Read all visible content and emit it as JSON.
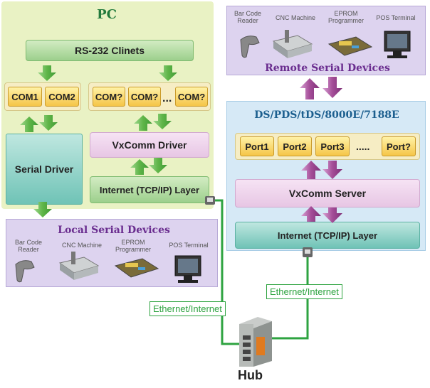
{
  "pc": {
    "title": "PC",
    "clients_label": "RS-232 Clinets",
    "com_ports": [
      "COM1",
      "COM2"
    ],
    "virtual_ports": [
      "COM?",
      "COM?",
      "COM?"
    ],
    "ellipsis": "...",
    "serial_driver_label": "Serial Driver",
    "vxcomm_driver_label": "VxComm Driver",
    "tcpip_label": "Internet (TCP/IP) Layer"
  },
  "local_devices": {
    "title": "Local Serial Devices",
    "devices": [
      "Bar Code Reader",
      "CNC Machine",
      "EPROM Programmer",
      "POS Terminal"
    ]
  },
  "remote_devices": {
    "title": "Remote Serial Devices",
    "devices": [
      "Bar Code Reader",
      "CNC Machine",
      "EPROM Programmer",
      "POS Terminal"
    ]
  },
  "ds": {
    "title": "DS/PDS/tDS/8000E/7188E",
    "ports": [
      "Port1",
      "Port2",
      "Port3",
      "Port?"
    ],
    "ellipsis": ".....",
    "vxcomm_server_label": "VxComm Server",
    "tcpip_label": "Internet (TCP/IP) Layer"
  },
  "network": {
    "left_label": "Ethernet/Internet",
    "right_label": "Ethernet/Internet",
    "hub_label": "Hub"
  },
  "colors": {
    "cable": "#2ea340",
    "green_arrow": "#5fb548",
    "pink_arrow": "#a44d98",
    "title_green": "#227a3c",
    "title_purple": "#6a2d8f",
    "title_blue": "#1c5f8f"
  }
}
